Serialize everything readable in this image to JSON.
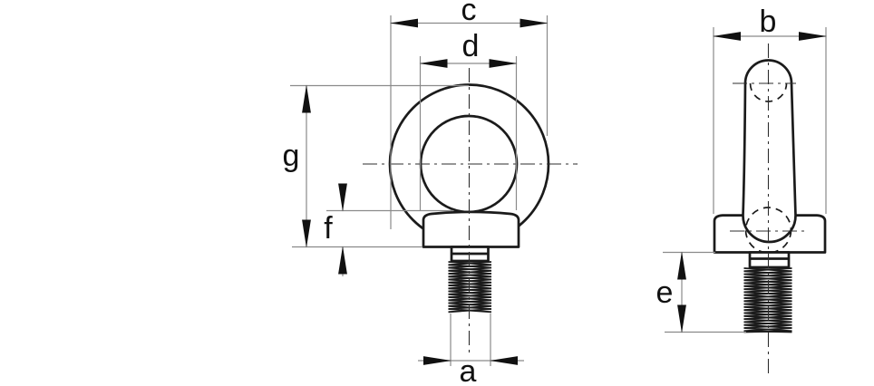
{
  "drawing": {
    "labels": {
      "a": "a",
      "b": "b",
      "c": "c",
      "d": "d",
      "e": "e",
      "f": "f",
      "g": "g"
    },
    "colors": {
      "outline": "#1b1b1b",
      "dimension_lines": "#8a8a8a",
      "arrows_and_text": "#111111",
      "background": "#ffffff"
    }
  }
}
